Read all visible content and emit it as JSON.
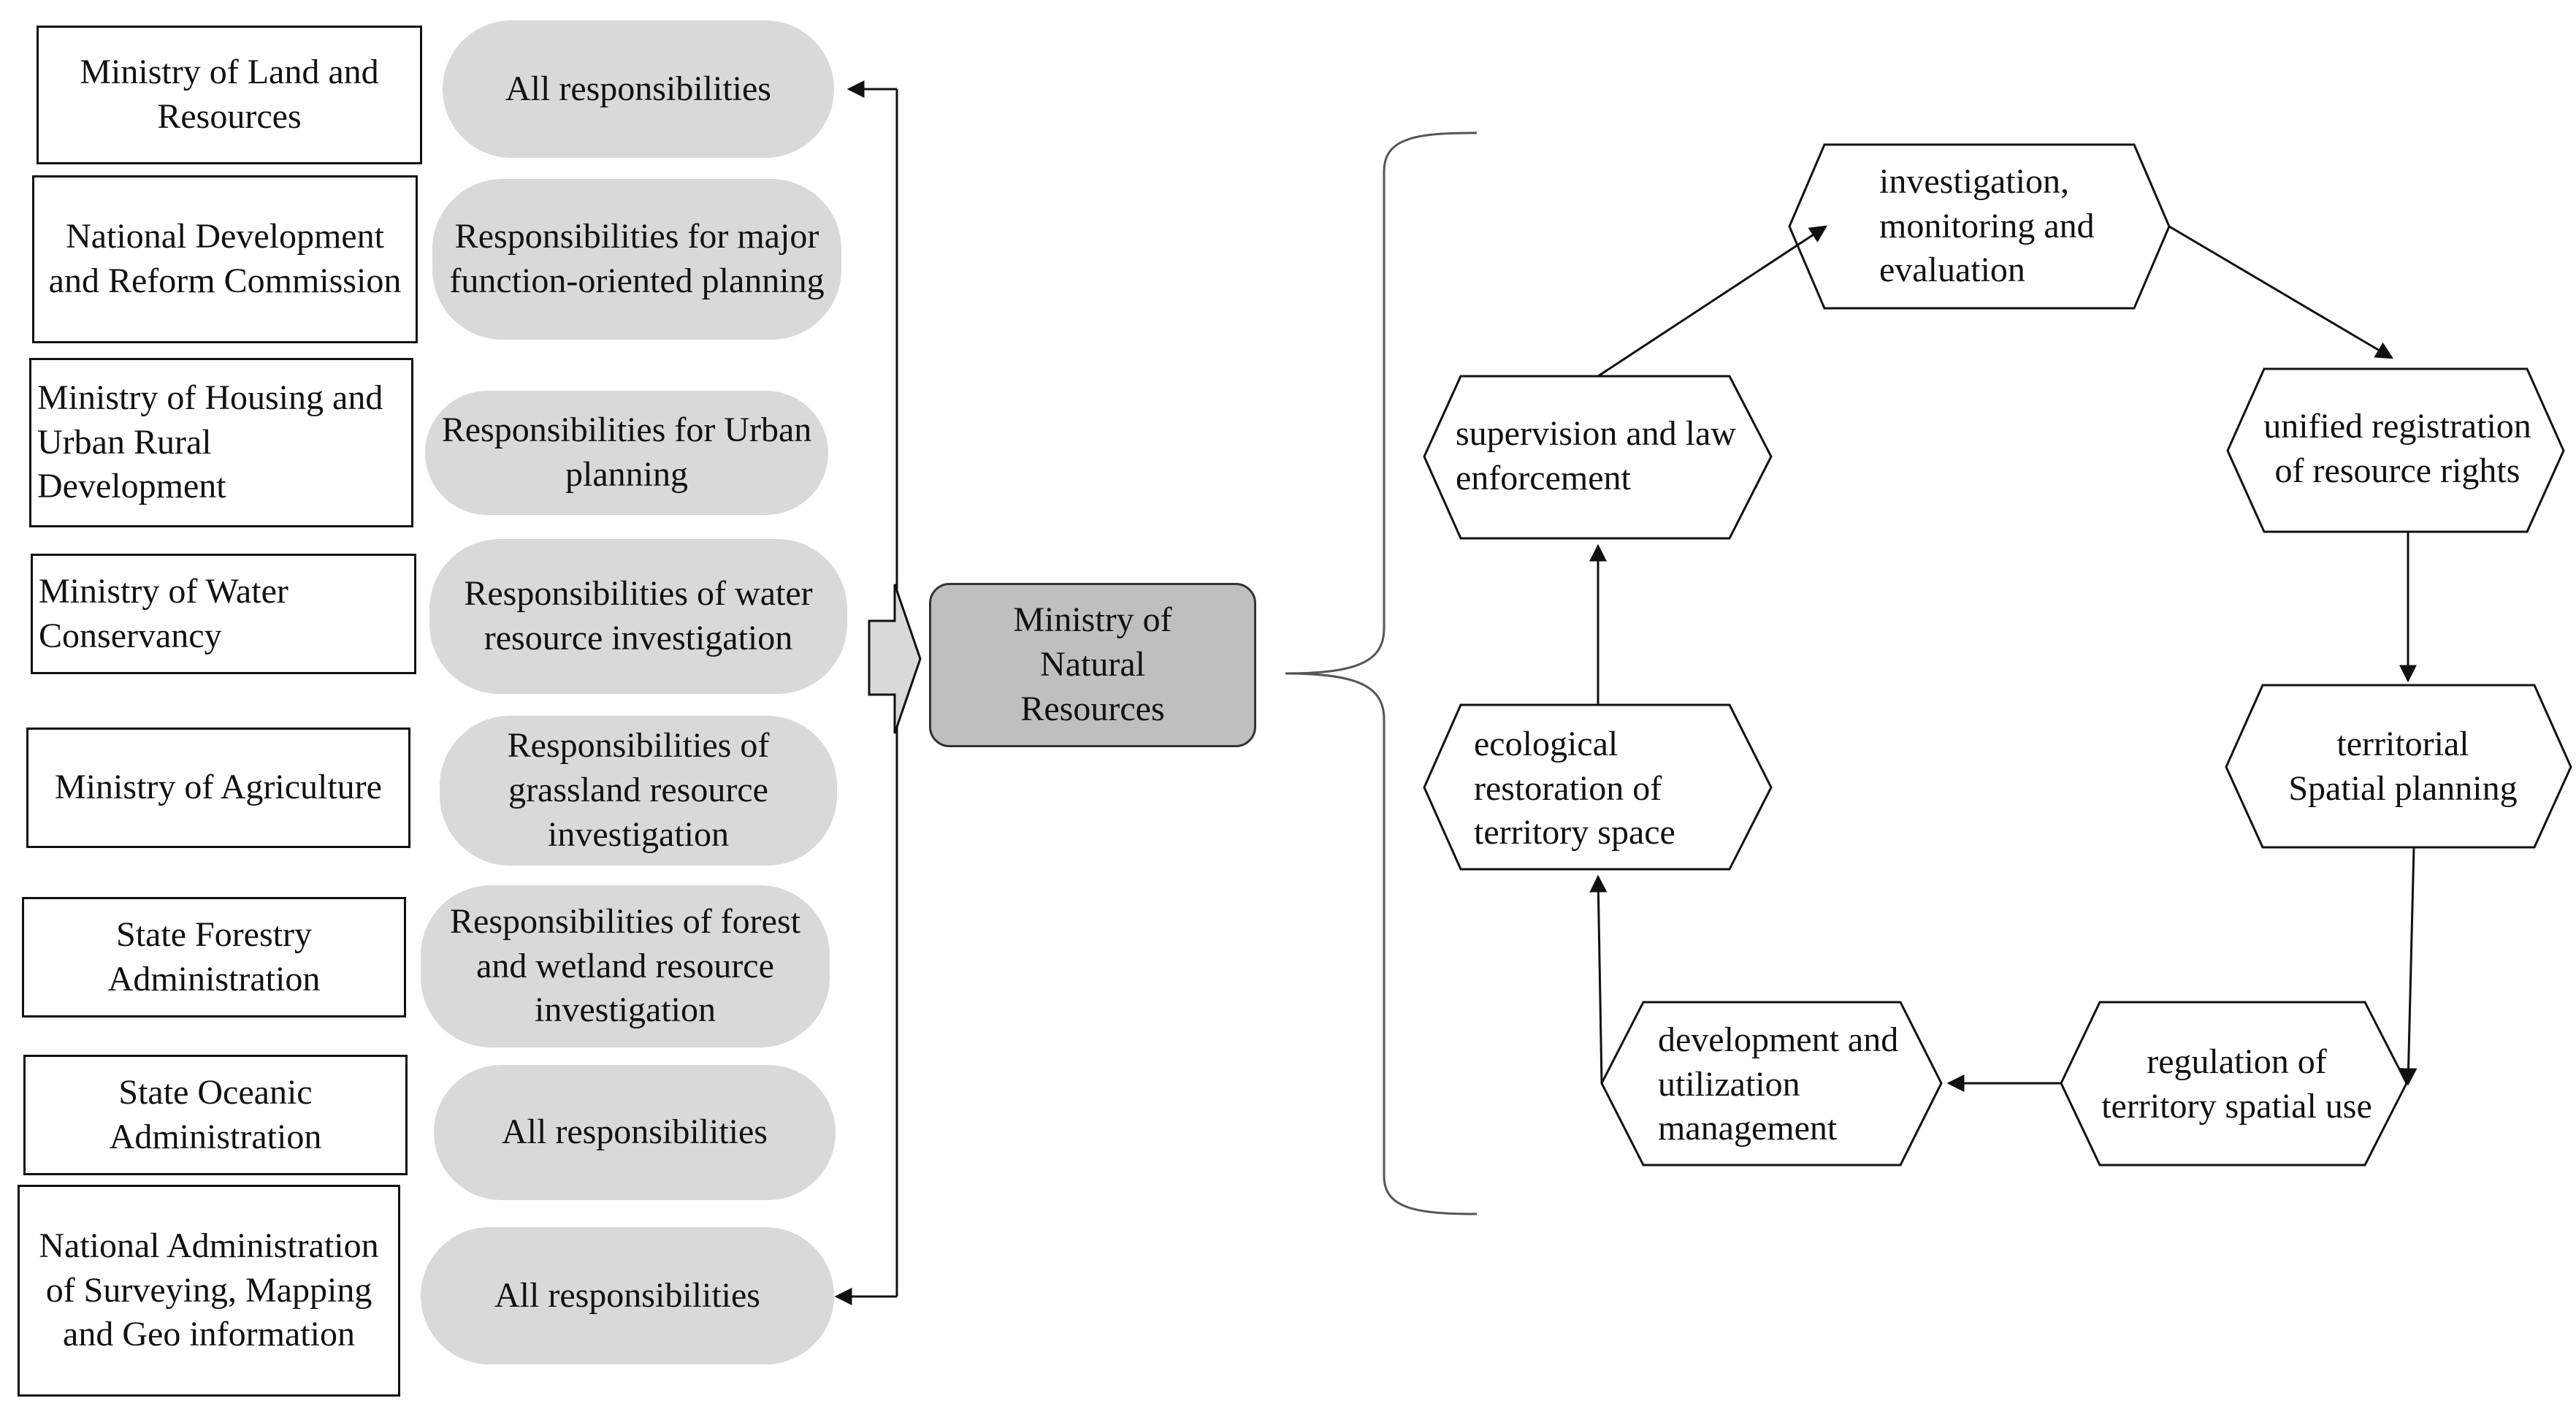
{
  "agencies": [
    {
      "name": "Ministry of Land and Resources",
      "responsibility": "All responsibilities"
    },
    {
      "name": "National Development and Reform Commission",
      "responsibility": "Responsibilities  for major function-oriented planning"
    },
    {
      "name": "Ministry of Housing and Urban Rural Development",
      "responsibility": "Responsibilities  for Urban planning"
    },
    {
      "name": "Ministry of Water Conservancy",
      "responsibility": "Responsibilities  of water resource investigation"
    },
    {
      "name": "Ministry of Agriculture",
      "responsibility": "Responsibilities  of grassland resource investigation"
    },
    {
      "name": "State Forestry Administration",
      "responsibility": "Responsibilities  of forest and wetland resource investigation"
    },
    {
      "name": "State Oceanic Administration",
      "responsibility": "All responsibilities"
    },
    {
      "name": "National Administration of Surveying, Mapping and Geo information",
      "responsibility": "All responsibilities"
    }
  ],
  "center": {
    "label": "Ministry of Natural Resources"
  },
  "functions": [
    {
      "label": "investigation, monitoring and evaluation"
    },
    {
      "label": "unified registration of resource rights"
    },
    {
      "label": "territorial Spatial planning"
    },
    {
      "label": "regulation of territory spatial use"
    },
    {
      "label": "development and utilization management"
    },
    {
      "label": "ecological restoration of territory space"
    },
    {
      "label": "supervision and law enforcement"
    }
  ]
}
